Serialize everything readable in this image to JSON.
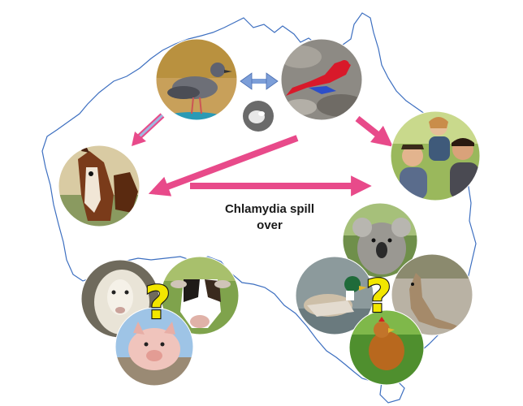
{
  "caption": {
    "line1": "Chlamydia spill",
    "line2": "over"
  },
  "nodes": [
    {
      "id": "pigeon",
      "label": "pigeon"
    },
    {
      "id": "parrot",
      "label": "crimson rosella"
    },
    {
      "id": "chlamydia-particle",
      "label": "chlamydia"
    },
    {
      "id": "horses",
      "label": "horses"
    },
    {
      "id": "humans",
      "label": "humans"
    },
    {
      "id": "livestock",
      "label": "sheep, cattle, pig"
    },
    {
      "id": "wildlife",
      "label": "koala, duck, kangaroo, chicken"
    }
  ],
  "question_mark": "?",
  "colors": {
    "map_outline": "#3d6fc0",
    "arrow_pink": "#e84a8a",
    "arrow_blue": "#7c9ed8",
    "question": "#f2e600"
  },
  "icons": [
    "pigeon-photo",
    "parrot-photo",
    "bacteria-icon",
    "horse-photo",
    "people-photo",
    "sheep-photo",
    "cow-photo",
    "pig-photo",
    "koala-photo",
    "duck-photo",
    "kangaroo-photo",
    "chicken-photo"
  ]
}
